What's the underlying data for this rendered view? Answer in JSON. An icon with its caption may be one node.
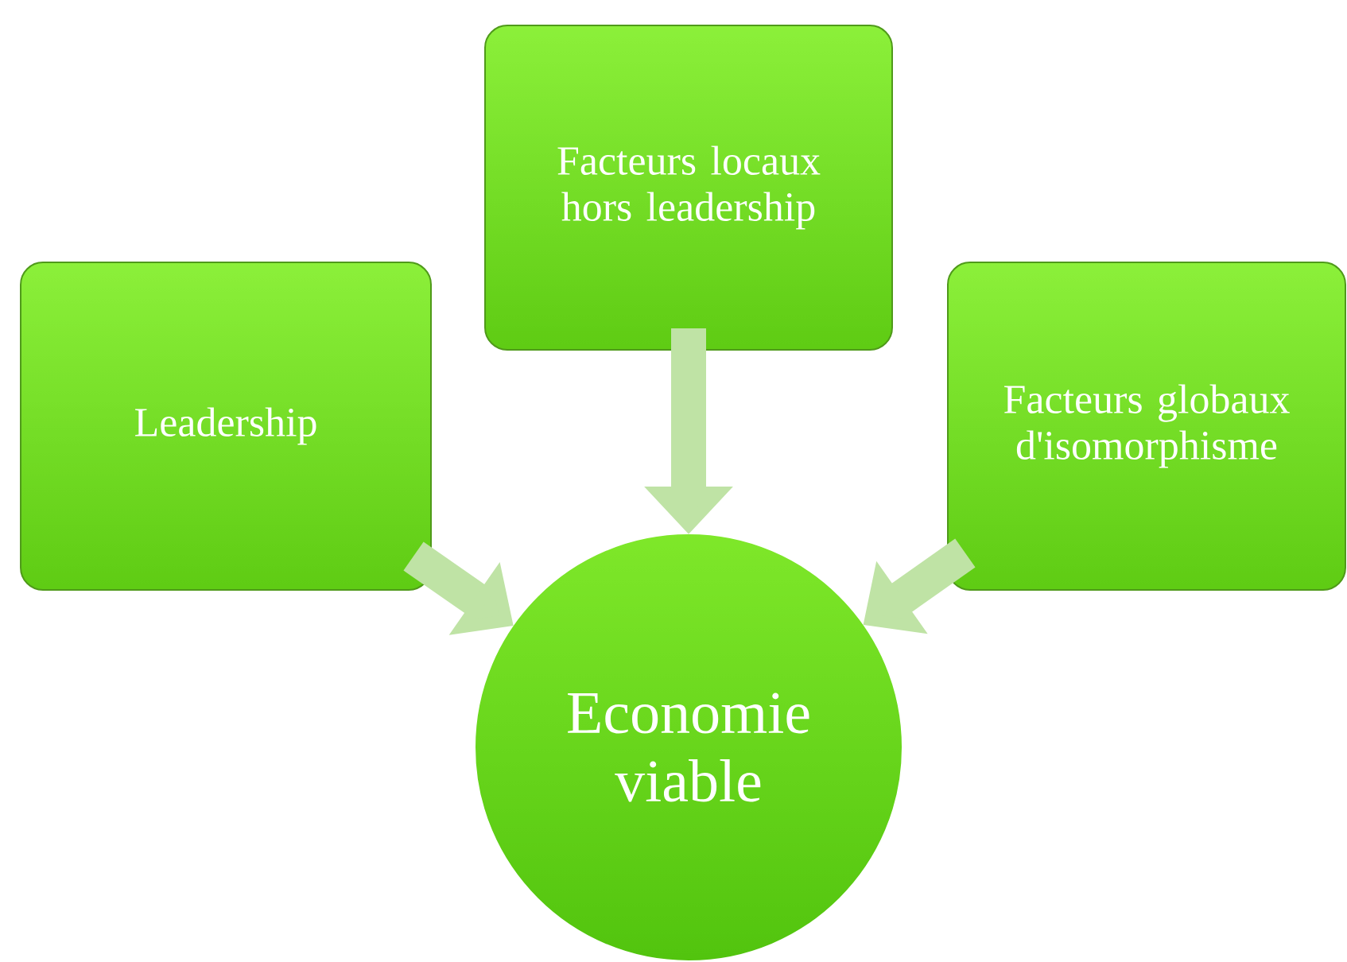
{
  "diagram": {
    "nodes": [
      {
        "text": [
          "Leadership"
        ]
      },
      {
        "text": [
          "Facteurs locaux hors leadership"
        ]
      },
      {
        "text": [
          "Facteurs globaux d'isomorphisme"
        ]
      },
      {
        "text": [
          "Economie viable"
        ]
      }
    ],
    "edges": [
      {
        "from": 0,
        "to": 3,
        "arrow": "to"
      },
      {
        "from": 1,
        "to": 3,
        "arrow": "to"
      },
      {
        "from": 2,
        "to": 3,
        "arrow": "to"
      }
    ]
  }
}
